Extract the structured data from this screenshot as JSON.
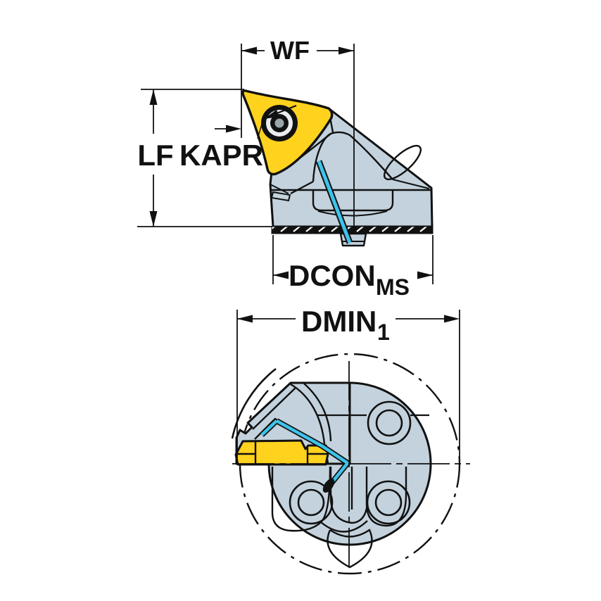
{
  "drawing": {
    "labels": {
      "wf": "WF",
      "lf": "LF",
      "kapr": "KAPR",
      "dcon": "DCON",
      "dcon_sub": "MS",
      "dmin": "DMIN",
      "dmin_sub": "1"
    },
    "colors": {
      "insert": "#FFD21E",
      "body": "#C3D2DD",
      "coolant": "#3FC3EA",
      "line": "#111111",
      "screw_core": "#9AA5AC",
      "background": "#FFFFFF"
    }
  }
}
